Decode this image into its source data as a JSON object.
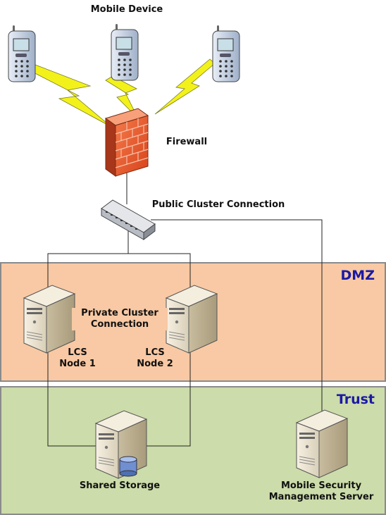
{
  "title": "Mobile Device",
  "nodes": {
    "firewall": "Firewall",
    "switch": "Public Cluster Connection",
    "private_link": [
      "Private Cluster",
      "Connection"
    ],
    "lcs_node1": [
      "LCS",
      "Node 1"
    ],
    "lcs_node2": [
      "LCS",
      "Node 2"
    ],
    "shared_storage": "Shared Storage",
    "msms": [
      "Mobile Security",
      "Management Server"
    ]
  },
  "zones": {
    "dmz": {
      "label": "DMZ",
      "color": "#f8c9a4"
    },
    "trust": {
      "label": "Trust",
      "color": "#ccdcaa"
    }
  },
  "colors": {
    "label_blue": "#1a1aa6",
    "firewall": "#e8532a",
    "lightning": "#f2f21a",
    "server_body": "#efe6d2"
  },
  "icons": [
    "mobile-phone-icon",
    "firewall-icon",
    "network-switch-icon",
    "server-icon",
    "database-icon",
    "lightning-icon"
  ]
}
